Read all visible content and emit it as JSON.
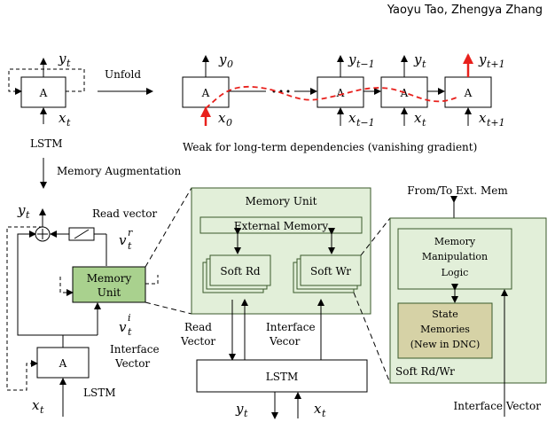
{
  "header": {
    "authors": "Yaoyu Tao, Zhengya Zhang"
  },
  "top": {
    "cell_label": "A",
    "lstm_label": "LSTM",
    "unfold_label": "Unfold",
    "caption": "Weak for long-term dependencies (vanishing gradient)",
    "y": "y",
    "x": "x",
    "sub_t": "t",
    "sub_0": "0",
    "sub_t_minus_1": "t−1",
    "sub_t_plus_1": "t+1"
  },
  "augmentation_label": "Memory Augmentation",
  "bottom_left": {
    "y": "y",
    "x": "x",
    "sub_t": "t",
    "read_vector_label": "Read vector",
    "v": "v",
    "sup_r": "r",
    "sup_i": "i",
    "memory_unit_line1": "Memory",
    "memory_unit_line2": "Unit",
    "interface_line1": "Interface",
    "interface_line2": "Vector",
    "cell_label": "A",
    "lstm_label": "LSTM"
  },
  "memory_unit": {
    "title": "Memory Unit",
    "external_memory": "External Memory",
    "soft_rd": "Soft Rd",
    "soft_wr": "Soft Wr",
    "read_vector_line1": "Read",
    "read_vector_line2": "Vector",
    "interface_line1": "Interface",
    "interface_line2": "Vecor",
    "lstm": "LSTM",
    "y": "y",
    "x": "x",
    "sub_t": "t"
  },
  "ext_mem": {
    "label": "From/To Ext. Mem",
    "manip_line1": "Memory",
    "manip_line2": "Manipulation",
    "manip_line3": "Logic",
    "state_line1": "State",
    "state_line2": "Memories",
    "state_line3": "(New in DNC)",
    "soft_rdwr": "Soft Rd/Wr",
    "interface_vector": "Interface Vector"
  },
  "colors": {
    "panel_fill": "#e2efd9",
    "panel_stroke": "#3a5a2a",
    "memory_unit_fill": "#a9d18e",
    "state_memories_fill": "#d6d2a6",
    "accent_red": "#e8201c"
  }
}
